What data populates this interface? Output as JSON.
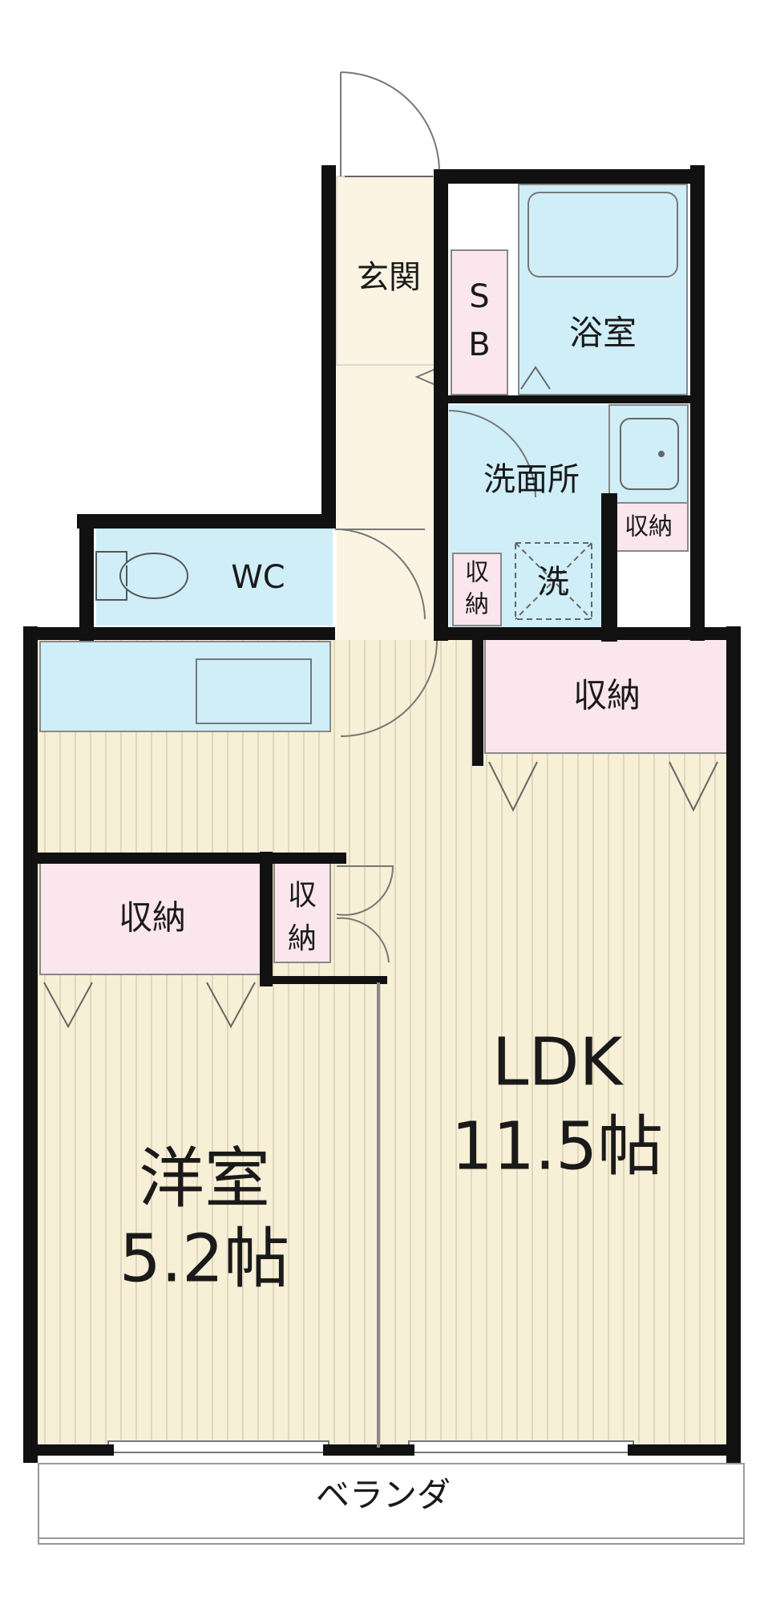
{
  "rooms": {
    "genkan": "玄関",
    "shoe_box_top": "S",
    "shoe_box_bottom": "B",
    "bath": "浴室",
    "washroom": "洗面所",
    "washroom_storage": "収納",
    "side_storage_top": "収",
    "side_storage_bottom": "納",
    "washer": "洗",
    "wc": "WC",
    "ldk_storage": "収納",
    "bedroom_storage": "収納",
    "small_storage_top": "収",
    "small_storage_bottom": "納",
    "ldk_name": "LDK",
    "ldk_size": "11.5帖",
    "bedroom_name": "洋室",
    "bedroom_size": "5.2帖",
    "balcony": "ベランダ"
  },
  "colors": {
    "wall": "#111111",
    "floor": "#f7efd6",
    "floor_stripe": "#d8cdb0",
    "entry": "#fbf4e2",
    "wet": "#cfeef8",
    "storage": "#fbe6ee",
    "outline": "#9a9a9a"
  }
}
